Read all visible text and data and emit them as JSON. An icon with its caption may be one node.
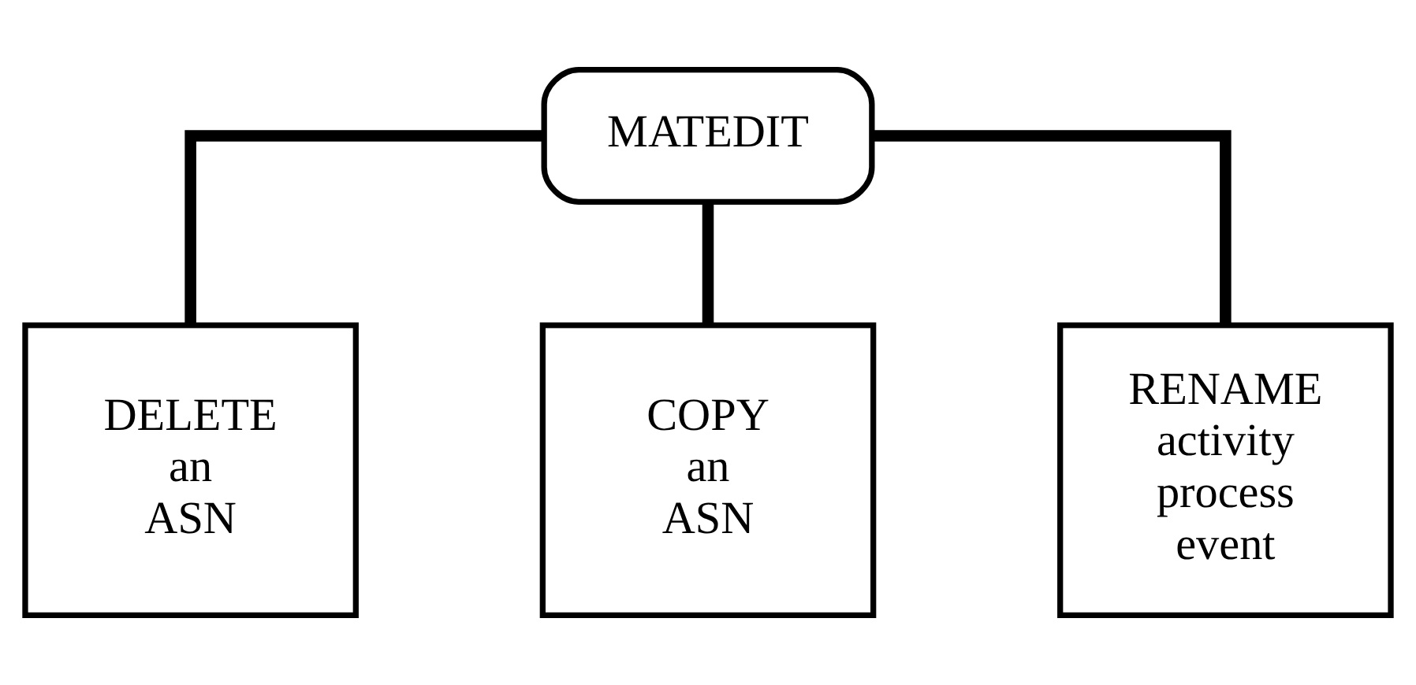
{
  "diagram": {
    "nodes": [
      {
        "text": [
          "MATEDIT"
        ]
      },
      {
        "text": [
          "DELETE an ASN"
        ]
      },
      {
        "text": [
          "COPY an ASN"
        ]
      },
      {
        "text": [
          "RENAME activity process event"
        ]
      }
    ],
    "edges": [
      {
        "from": 0,
        "to": 1,
        "arrow": "none"
      },
      {
        "from": 0,
        "to": 2,
        "arrow": "none"
      },
      {
        "from": 0,
        "to": 3,
        "arrow": "none"
      }
    ]
  }
}
